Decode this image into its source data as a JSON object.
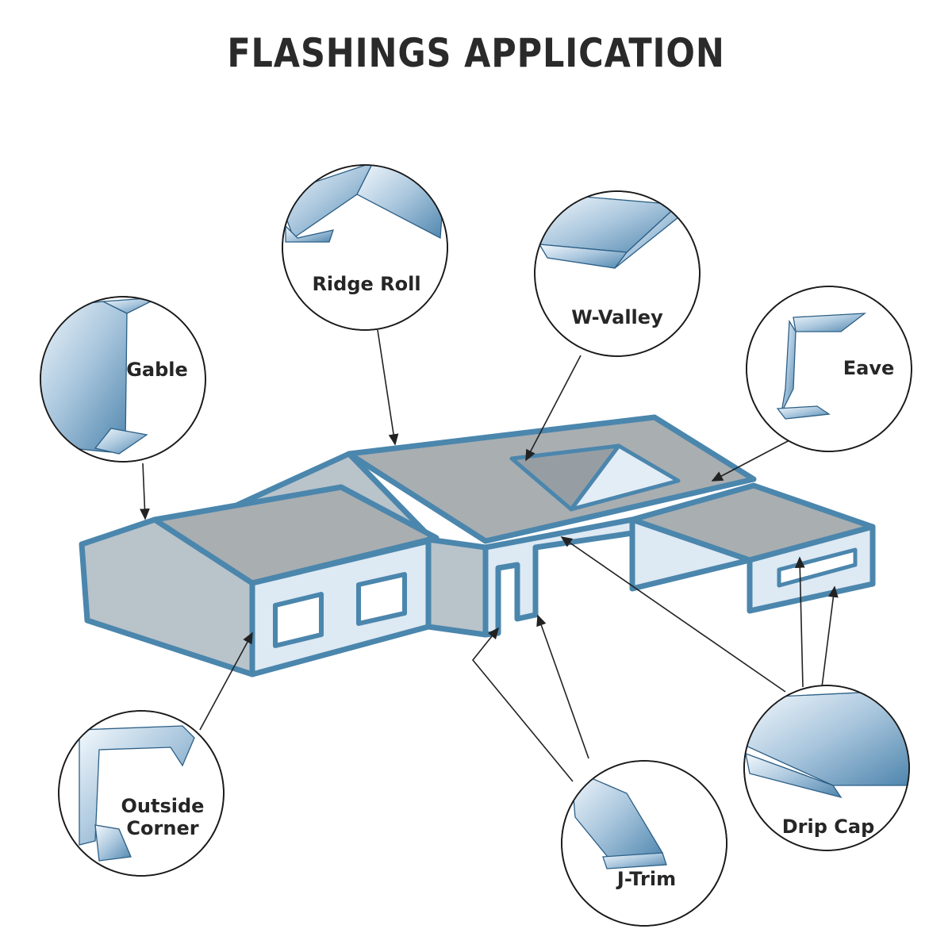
{
  "title": "FLASHINGS APPLICATION",
  "callouts": {
    "gable": "Gable",
    "ridge_roll": "Ridge Roll",
    "w_valley": "W-Valley",
    "eave": "Eave",
    "outside_corner_1": "Outside",
    "outside_corner_2": "Corner",
    "j_trim": "J-Trim",
    "drip_cap": "Drip Cap"
  },
  "colors": {
    "outline": "#4b86ad",
    "roof": "#a9aeb1",
    "wall": "#dde9f3"
  }
}
